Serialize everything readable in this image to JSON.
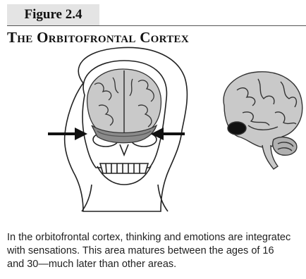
{
  "figure": {
    "label": "Figure 2.4",
    "title": "The Orbitofrontal Cortex"
  },
  "illustrations": {
    "front_view": {
      "arrow_left": "arrow-right-icon",
      "arrow_right": "arrow-left-icon"
    },
    "side_view": {}
  },
  "caption": {
    "lines": [
      "In the orbitofrontal cortex, thinking and emotions are integratec",
      "with sensations. This area matures between the ages of 16",
      "and 30—much later than other areas."
    ]
  },
  "colors": {
    "label_tab": "#e4e4e4",
    "brain_fill": "#c9c9c9",
    "orbitofrontal_highlight": "#111111"
  }
}
